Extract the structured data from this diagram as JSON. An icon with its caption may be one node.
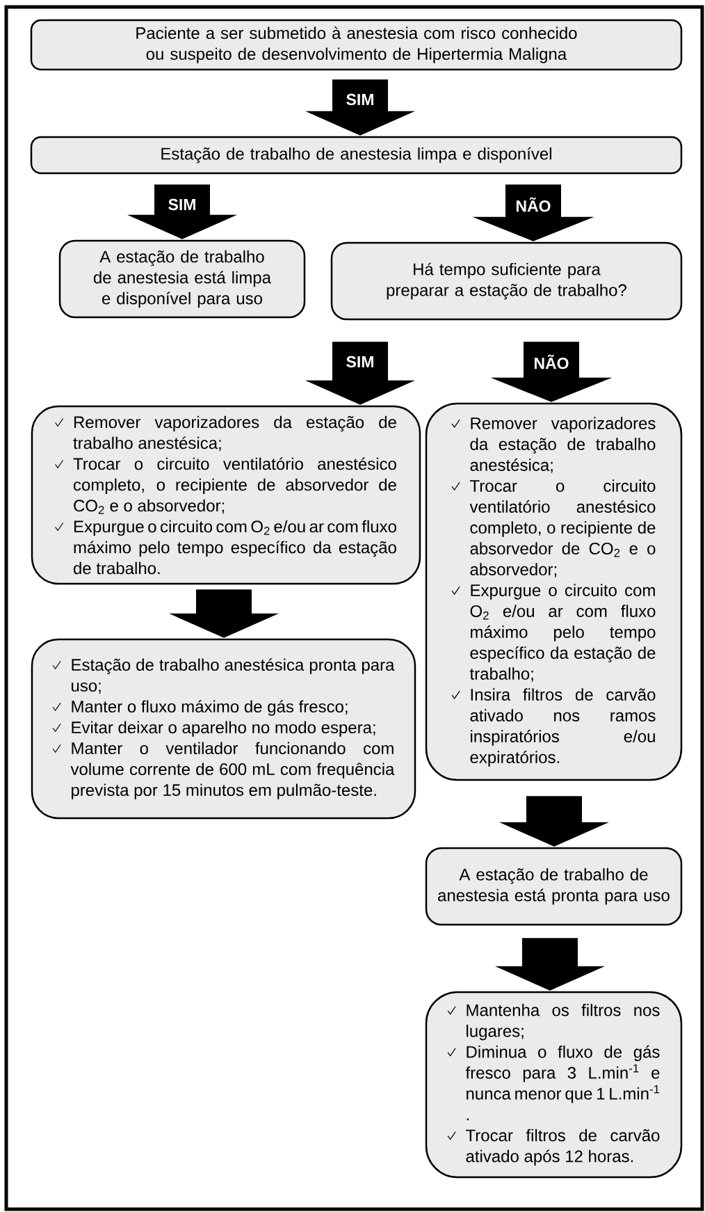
{
  "diagram": {
    "nodes": [
      {
        "text": [
          "Paciente a ser submetido à anestesia com risco conhecido ou suspeito de desenvolvimento de Hipertermia Maligna"
        ]
      },
      {
        "text": [
          "Estação de trabalho de anestesia limpa e disponível"
        ]
      },
      {
        "text": [
          "A estação de trabalho de anestesia está limpa e disponível para uso"
        ]
      },
      {
        "text": [
          "Há tempo suficiente para preparar a estação de trabalho?"
        ]
      },
      {
        "text": [
          "Remover vaporizadores da estação de trabalho anestésica;",
          "Trocar o circuito ventilatório anestésico completo, o recipiente de absorvedor de CO$_{2}$ e o absorvedor;",
          "Expurgue o circuito com O$_{2}$ e/ou ar com fluxo máximo pelo tempo específico da estação de trabalho."
        ]
      },
      {
        "text": [
          "Remover vaporizadores da estação de trabalho anestésica;",
          "Trocar o circuito ventilatório anestésico completo, o recipiente de absorvedor de CO$_{2}$ e o absorvedor;",
          "Expurgue o circuito com O$_{2}$ e/ou ar com fluxo máximo pelo tempo específico da estação de trabalho;",
          "Insira filtros de carvão ativado nos ramos inspiratórios e/ou expiratórios."
        ]
      },
      {
        "text": [
          "Estação de trabalho anestésica pronta para uso;",
          "Manter o fluxo máximo de gás fresco;",
          "Evitar deixar o aparelho no modo espera;",
          "Manter o ventilador funcionando com volume corrente de 600 mL com frequência prevista por 15 minutos em pulmão-teste."
        ]
      },
      {
        "text": [
          "A estação de trabalho de anestesia está pronta para uso"
        ]
      },
      {
        "text": [
          "Mantenha os filtros nos lugares;",
          "Diminua o fluxo de gás fresco para 3 L.min$^{-1}$ e nunca menor que 1 L.min$^{-1}$ .",
          "Trocar filtros de carvão ativado após 12 horas."
        ]
      }
    ],
    "edges": [
      {
        "from": 0,
        "to": 1,
        "arrow": "to",
        "label": "SIM"
      },
      {
        "from": 1,
        "to": 2,
        "arrow": "to",
        "label": "SIM"
      },
      {
        "from": 1,
        "to": 3,
        "arrow": "to",
        "label": "NÃO"
      },
      {
        "from": 3,
        "to": 4,
        "arrow": "to",
        "label": "SIM"
      },
      {
        "from": 3,
        "to": 5,
        "arrow": "to",
        "label": "NÃO"
      },
      {
        "from": 4,
        "to": 6,
        "arrow": "to"
      },
      {
        "from": 5,
        "to": 7,
        "arrow": "to"
      },
      {
        "from": 7,
        "to": 8,
        "arrow": "to"
      }
    ]
  }
}
